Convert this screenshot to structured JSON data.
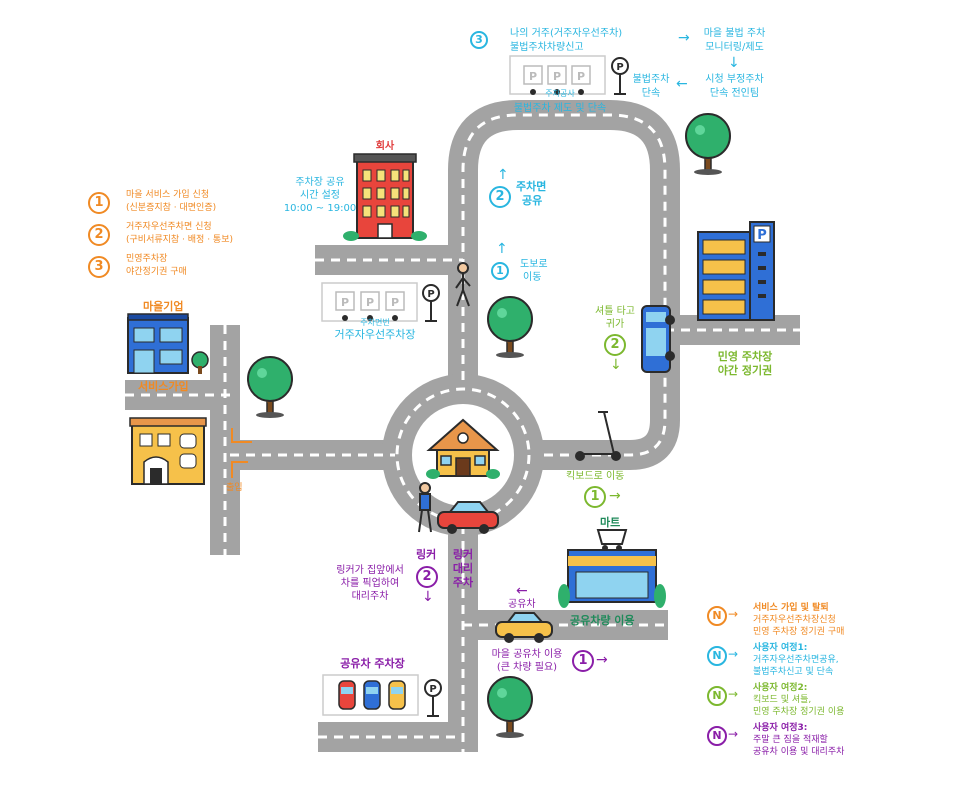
{
  "top_legend": {
    "step3_num": "3",
    "step3_text_line1": "나의 거주(거주자우선주차)",
    "step3_text_line2": "불법주차차량신고",
    "monitor_line1": "마을 불법 주차",
    "monitor_line2": "모니터링/제도",
    "enforce_line1": "시청 부정주차",
    "enforce_line2": "단속 전인팀",
    "illegal_line1": "불법주차",
    "illegal_line2": "단속",
    "lot_small": "주차공사",
    "lot_caption": "불법주차 제도 및 단속"
  },
  "left_legend": {
    "item1_num": "1",
    "item1_line1": "마을 서비스 가입 신청",
    "item1_line2": "(신분증지참 · 대면인증)",
    "item2_num": "2",
    "item2_line1": "거주자우선주차면 신청",
    "item2_line2": "(구비서류지참 · 배정 · 통보)",
    "item3_num": "3",
    "item3_line1": "민영주차장",
    "item3_line2": "야간정기권 구매"
  },
  "labels": {
    "company": "회사",
    "parking_share_line1": "주차장 공유",
    "parking_share_line2": "시간 설정",
    "parking_share_line3": "10:00 ~ 19:00",
    "share_space_num": "2",
    "share_space_line1": "주차면",
    "share_space_line2": "공유",
    "walk_num": "1",
    "walk_line1": "도보로",
    "walk_line2": "이동",
    "resident_small": "주차면번",
    "resident_lot": "거주자우선주차장",
    "village_company": "마을기업",
    "service_join": "서비스가입",
    "exit": "출입",
    "shuttle_line1": "셔틀 타고",
    "shuttle_line2": "귀가",
    "shuttle_num": "2",
    "private_line1": "민영 주차장",
    "private_line2": "야간 정기권",
    "kickboard": "킥보드로 이동",
    "kickboard_num": "1",
    "mart": "마트",
    "shared_car_use": "공유차량 이용",
    "shared_car": "공유차",
    "linker": "링커",
    "linker_num": "2",
    "linker_valet_line1": "링커",
    "linker_valet_line2": "대리",
    "linker_valet_line3": "주차",
    "linker_pick_line1": "링커가 집앞에서",
    "linker_pick_line2": "차를 픽업하여",
    "linker_pick_line3": "대리주차",
    "village_car_line1": "마을 공유차 이용",
    "village_car_line2": "(큰 차량 필요)",
    "village_car_num": "1",
    "shared_car_lot": "공유차 주차장"
  },
  "bottom_legend": [
    {
      "badge": "N",
      "color": "#f08a24",
      "title": "서비스 가입 및 탈퇴",
      "line1": "거주자우선주차장신청",
      "line2": "민영 주차장 정기권 구매"
    },
    {
      "badge": "N",
      "color": "#29b6e0",
      "title": "사용자 여정1:",
      "line1": "거주자우선주차면공유,",
      "line2": "불법주차신고 및 단속"
    },
    {
      "badge": "N",
      "color": "#7cb82f",
      "title": "사용자 여정2:",
      "line1": "킥보드 및 셔틀,",
      "line2": "민영 주차장 정기권 이용"
    },
    {
      "badge": "N",
      "color": "#8a1ea8",
      "title": "사용자 여정3:",
      "line1": "주말 큰 짐을 적재할",
      "line2": "공유차 이용 및 대리주차"
    }
  ],
  "colors": {
    "road": "#a3a3a3",
    "orange": "#f08a24",
    "cyan": "#29b6e0",
    "green": "#7cb82f",
    "purple": "#8a1ea8"
  },
  "icons": [
    "building-icon",
    "house-icon",
    "tree-icon",
    "car-icon",
    "bus-icon",
    "scooter-icon",
    "parking-sign-icon",
    "cart-icon",
    "person-icon"
  ]
}
